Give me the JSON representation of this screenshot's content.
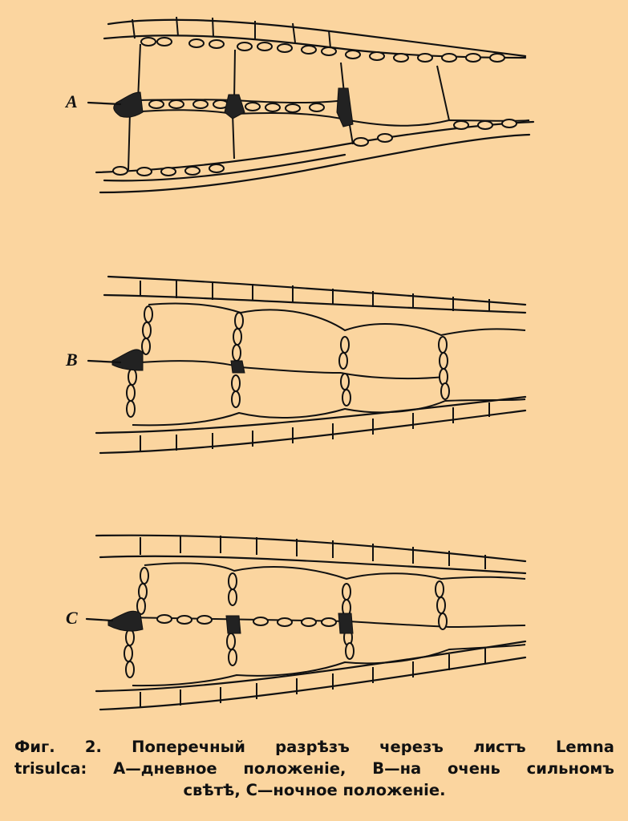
{
  "labels": {
    "a": "A",
    "b": "B",
    "c": "C"
  },
  "caption": {
    "l1": [
      "Фиг.",
      "2.",
      "Поперечный",
      "разрѣзъ",
      "черезъ",
      "листъ",
      "Lemna"
    ],
    "l2": [
      "trisulca:",
      "А—дневное",
      "положенiе,",
      "В—на",
      "очень",
      "сильномъ"
    ],
    "l3": "свѣтѣ, С—ночное положенiе."
  },
  "colors": {
    "background": "#fbd59f",
    "ink": "#111111"
  }
}
